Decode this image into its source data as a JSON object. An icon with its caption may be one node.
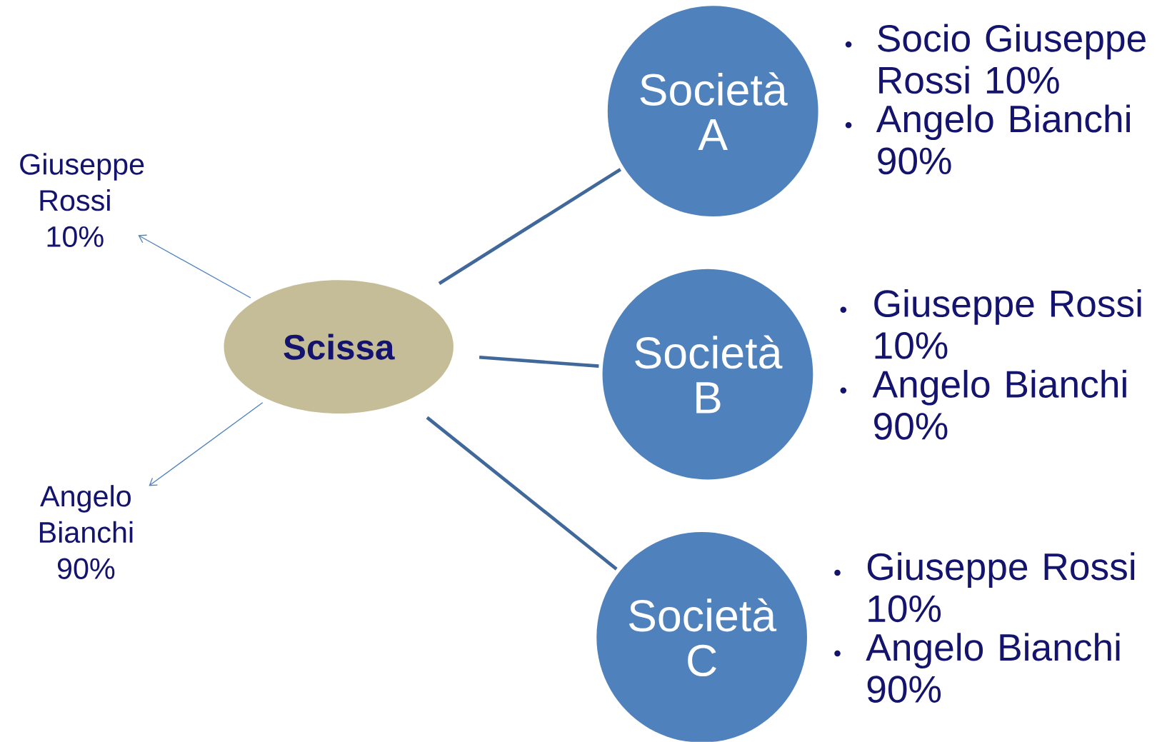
{
  "diagram": {
    "nodes": [
      {
        "text": [
          "Scissa"
        ]
      },
      {
        "text": [
          "Giuseppe Rossi 10%"
        ]
      },
      {
        "text": [
          "Angelo Bianchi 90%"
        ]
      },
      {
        "text": [
          "Società A"
        ],
        "beside": [
          "Socio Giuseppe Rossi 10%",
          "Angelo Bianchi 90%"
        ]
      },
      {
        "text": [
          "Società B"
        ],
        "beside": [
          "Giuseppe Rossi 10%",
          "Angelo Bianchi 90%"
        ]
      },
      {
        "text": [
          "Società C"
        ],
        "beside": [
          "Giuseppe Rossi 10%",
          "Angelo Bianchi 90%"
        ]
      }
    ],
    "edges": [
      {
        "from": 0,
        "to": 1,
        "arrow": "to",
        "color": "#4f81bd"
      },
      {
        "from": 0,
        "to": 2,
        "arrow": "to",
        "color": "#4f81bd"
      },
      {
        "from": 0,
        "to": 3,
        "arrow": "none"
      },
      {
        "from": 0,
        "to": 4,
        "arrow": "none"
      },
      {
        "from": 0,
        "to": 5,
        "arrow": "none"
      }
    ]
  }
}
